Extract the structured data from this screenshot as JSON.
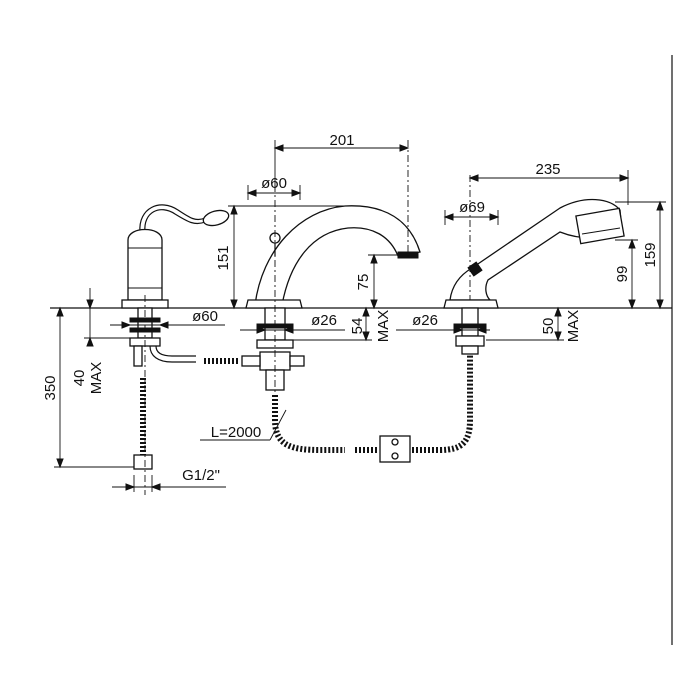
{
  "dimensions": {
    "spout_reach": "201",
    "spout_base_dia": "ø60",
    "spout_height": "151",
    "spout_outlet_height": "75",
    "spout_shank_dia": "ø26",
    "spout_shank_max": "54",
    "spout_shank_max_label": "MAX",
    "shower_reach": "235",
    "shower_base_dia": "ø69",
    "shower_height": "159",
    "shower_holder_height": "99",
    "shower_shank_dia": "ø26",
    "shower_shank_max": "50",
    "shower_shank_max_label": "MAX",
    "valve_base_dia": "ø60",
    "valve_shank_max": "40",
    "valve_shank_max_label": "MAX",
    "total_height": "350",
    "hose_length": "L=2000",
    "thread": "G1/2\""
  }
}
